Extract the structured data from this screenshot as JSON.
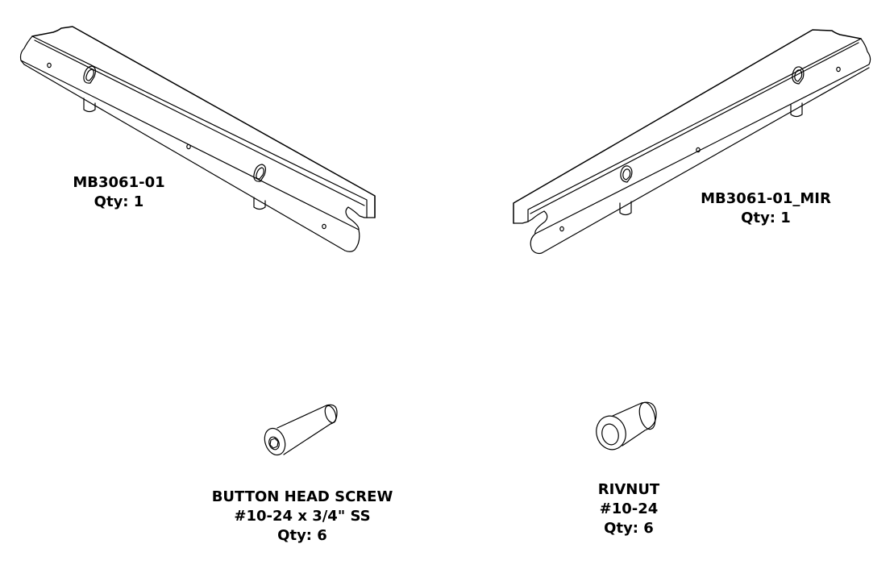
{
  "parts": [
    {
      "id": "bracket-left",
      "lines": [
        "MB3061-01",
        "Qty: 1"
      ]
    },
    {
      "id": "bracket-right",
      "lines": [
        "MB3061-01_MIR",
        "Qty: 1"
      ]
    },
    {
      "id": "screw",
      "lines": [
        "BUTTON HEAD SCREW",
        "#10-24 x 3/4\" SS",
        "Qty: 6"
      ]
    },
    {
      "id": "rivnut",
      "lines": [
        "RIVNUT",
        "#10-24",
        "Qty: 6"
      ]
    }
  ],
  "colors": {
    "line": "#000000",
    "background": "#ffffff"
  }
}
